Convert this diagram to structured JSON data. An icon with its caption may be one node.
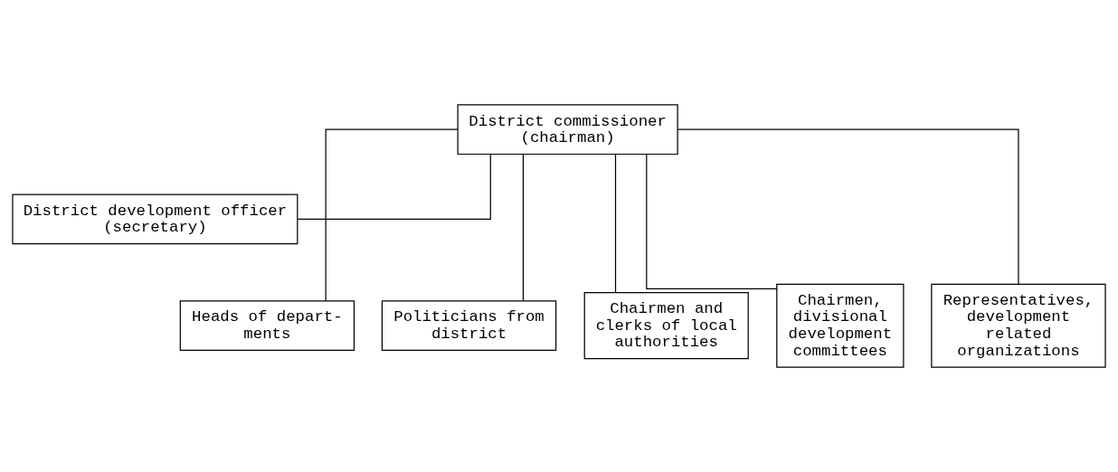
{
  "diagram": {
    "nodes": [
      {
        "text": [
          "District commissioner",
          "(chairman)"
        ]
      },
      {
        "text": [
          "District development officer",
          "(secretary)"
        ]
      },
      {
        "text": [
          "Heads of depart- ments"
        ]
      },
      {
        "text": [
          "Politicians from district"
        ]
      },
      {
        "text": [
          "Chairmen and clerks of local authorities"
        ]
      },
      {
        "text": [
          "Chairmen, divisional development committees"
        ]
      },
      {
        "text": [
          "Representatives, development related organizations"
        ]
      }
    ],
    "edges": [
      {
        "from": 0,
        "to": 1,
        "arrow": "none"
      },
      {
        "from": 0,
        "to": 2,
        "arrow": "none"
      },
      {
        "from": 0,
        "to": 3,
        "arrow": "none"
      },
      {
        "from": 0,
        "to": 4,
        "arrow": "none"
      },
      {
        "from": 0,
        "to": 5,
        "arrow": "none"
      },
      {
        "from": 0,
        "to": 6,
        "arrow": "none"
      }
    ]
  }
}
